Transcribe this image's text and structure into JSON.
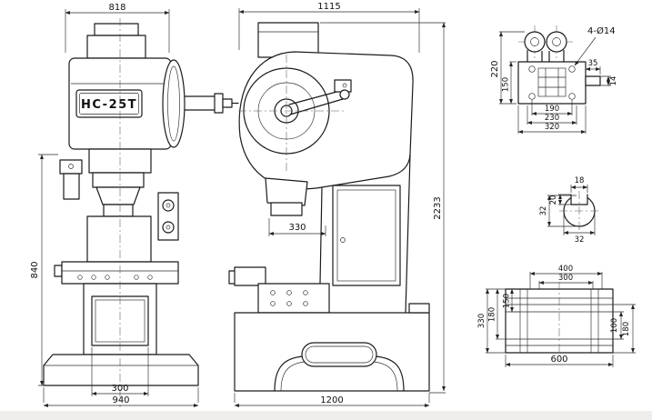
{
  "colors": {
    "line": "#1b1b1b",
    "background": "#ffffff",
    "footer_strip": "#efeeec"
  },
  "drawing": {
    "model_label": "HC-25T",
    "front_view": {
      "dim_top_width": "818",
      "dim_left_height": "840",
      "dim_bottom_opening": "300",
      "dim_bottom_base": "940"
    },
    "side_view": {
      "dim_top_width": "1115",
      "dim_right_height": "2233",
      "dim_throat": "330",
      "dim_bottom_base": "1200"
    },
    "detail_shaft_plate": {
      "holes_label": "4-Ø14",
      "dim_height_overall": "220",
      "dim_height_plate": "150",
      "dim_tang_width": "35",
      "dim_tang_height": "14",
      "dim_width_holes": "190",
      "dim_width_mid": "230",
      "dim_width_overall": "320"
    },
    "detail_keyway": {
      "dim_key_width": "18",
      "dim_key_depth": "20",
      "dim_height": "32",
      "dim_width": "32"
    },
    "detail_bolster": {
      "dim_top_outer": "400",
      "dim_top_inner": "300",
      "dim_left_overall": "330",
      "dim_left_mid": "180",
      "dim_left_top": "150",
      "dim_right_inner": "100",
      "dim_right_outer": "180",
      "dim_bottom_width": "600"
    }
  }
}
